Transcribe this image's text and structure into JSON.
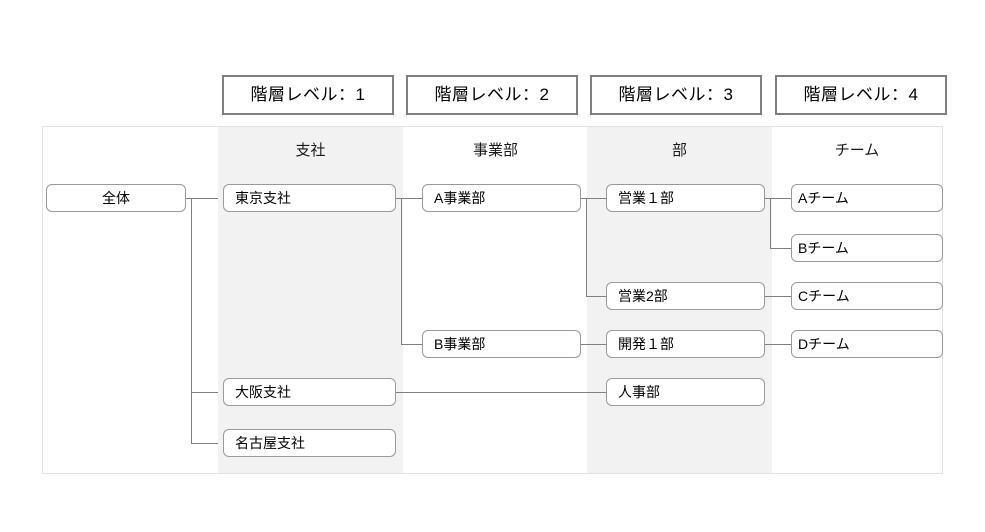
{
  "headers": [
    {
      "label": "階層レベル：1"
    },
    {
      "label": "階層レベル：2"
    },
    {
      "label": "階層レベル：3"
    },
    {
      "label": "階層レベル：4"
    }
  ],
  "columns": [
    {
      "caption": "支社"
    },
    {
      "caption": "事業部"
    },
    {
      "caption": "部"
    },
    {
      "caption": "チーム"
    }
  ],
  "nodes": {
    "root": "全体",
    "branch_tokyo": "東京支社",
    "branch_osaka": "大阪支社",
    "branch_nagoya": "名古屋支社",
    "division_a": "A事業部",
    "division_b": "B事業部",
    "dept_sales1": "営業１部",
    "dept_sales2": "営業2部",
    "dept_dev1": "開発１部",
    "dept_hr": "人事部",
    "team_a": "Aチーム",
    "team_b": "Bチーム",
    "team_c": "Cチーム",
    "team_d": "Dチーム"
  },
  "colors": {
    "header_border": "#7f7f7f",
    "node_border": "#9a9a9a",
    "connector": "#808080",
    "band": "#f2f2f2",
    "panel_border": "#e3e3e3",
    "background": "#ffffff"
  }
}
